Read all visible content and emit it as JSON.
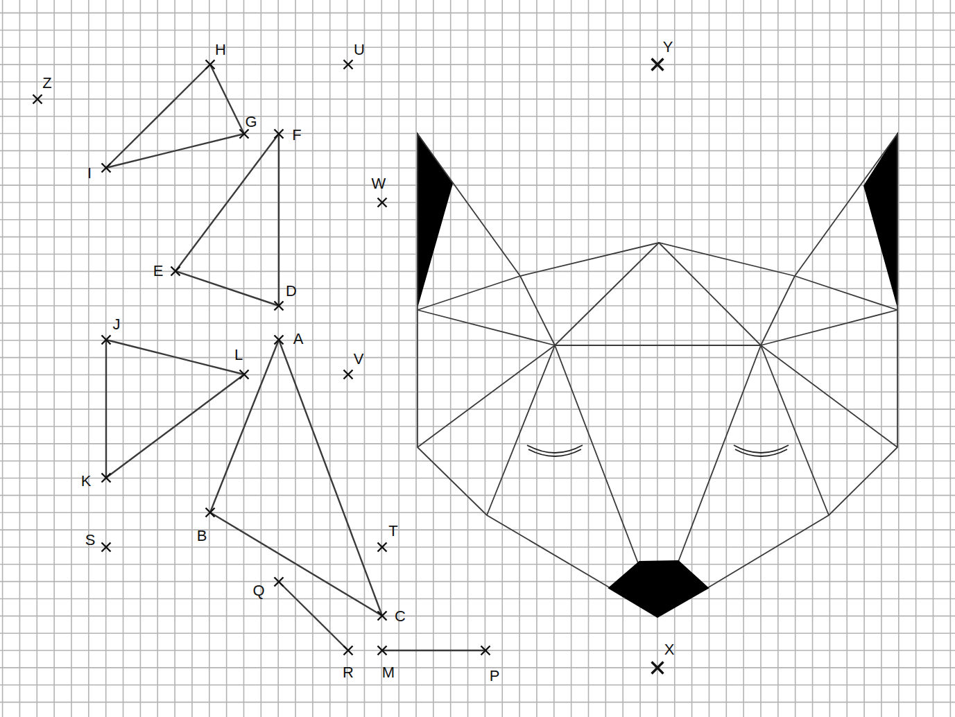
{
  "diagram": {
    "labels": [
      "Z",
      "H",
      "U",
      "Y",
      "G",
      "F",
      "I",
      "W",
      "E",
      "D",
      "J",
      "A",
      "L",
      "V",
      "K",
      "S",
      "B",
      "T",
      "Q",
      "C",
      "R",
      "M",
      "P",
      "X"
    ]
  }
}
